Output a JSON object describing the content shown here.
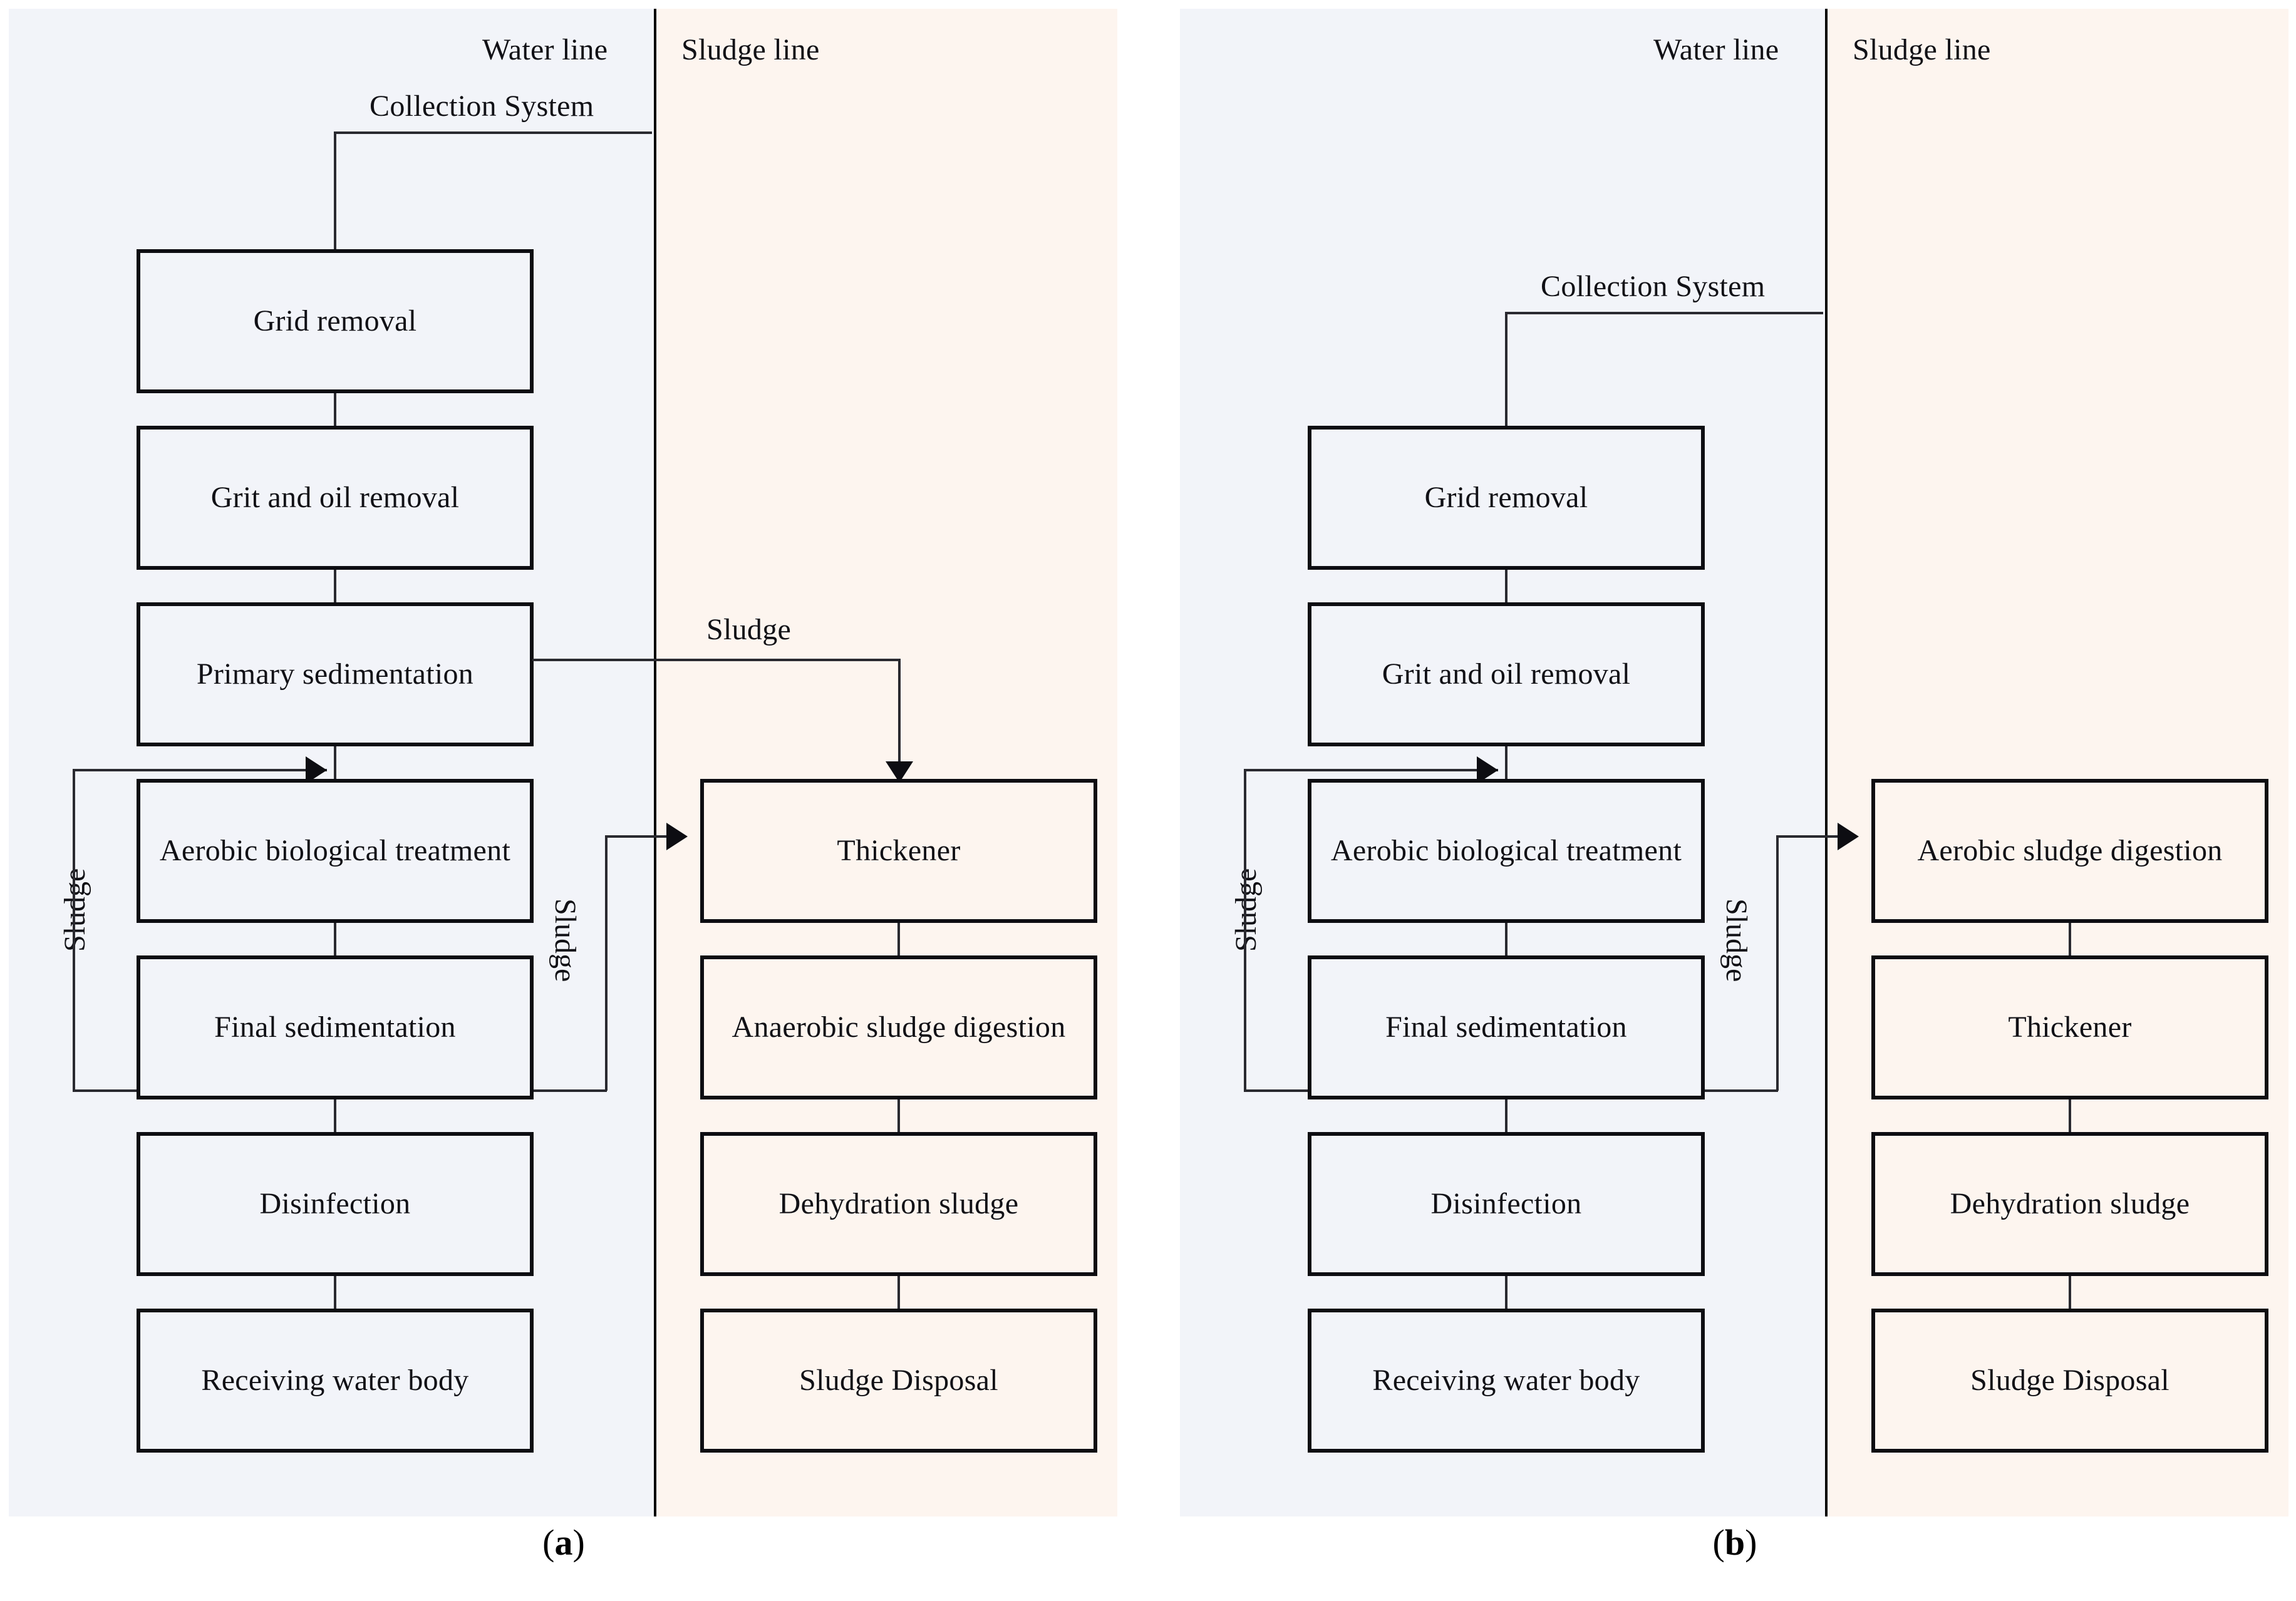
{
  "figure": {
    "caption_a": "(a)",
    "caption_b": "(b)"
  },
  "headers": {
    "water_line": "Water line",
    "sludge_line": "Sludge line"
  },
  "labels": {
    "collection_system": "Collection System",
    "sludge": "Sludge"
  },
  "colors": {
    "water_panel_bg": "#f2f4f9",
    "sludge_panel_bg": "#fdf5ef",
    "box_border": "#0d0d12",
    "connector": "#2a2a30",
    "divider": "#000000",
    "text": "#111116"
  },
  "panel_a": {
    "water_line_boxes": [
      "Grid removal",
      "Grit and oil removal",
      "Primary sedimentation",
      "Aerobic biological treatment",
      "Final sedimentation",
      "Disinfection",
      "Receiving water body"
    ],
    "sludge_line_boxes": [
      "Thickener",
      "Anaerobic sludge digestion",
      "Dehydration sludge",
      "Sludge Disposal"
    ],
    "flow_labels": {
      "inlet": "Collection System",
      "primary_sludge": "Sludge",
      "return_sludge": "Sludge",
      "waste_sludge": "Sludge"
    }
  },
  "panel_b": {
    "water_line_boxes": [
      "Grid removal",
      "Grit and oil removal",
      "Aerobic biological treatment",
      "Final sedimentation",
      "Disinfection",
      "Receiving water body"
    ],
    "sludge_line_boxes": [
      "Aerobic sludge digestion",
      "Thickener",
      "Dehydration sludge",
      "Sludge Disposal"
    ],
    "flow_labels": {
      "inlet": "Collection System",
      "return_sludge": "Sludge",
      "waste_sludge": "Sludge"
    }
  }
}
